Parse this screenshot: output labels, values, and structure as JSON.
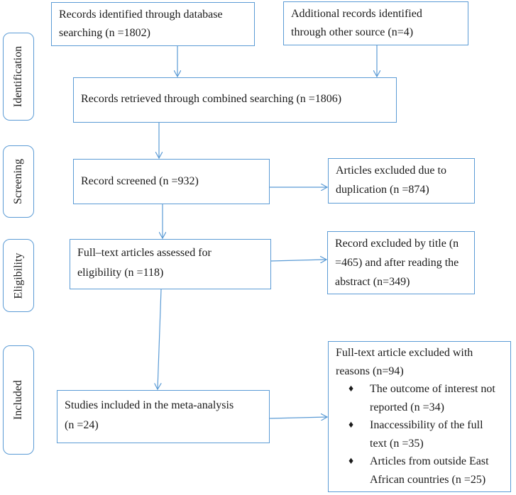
{
  "stages": {
    "identification": "Identification",
    "screening": "Screening",
    "eligibility": "Eligibility",
    "included": "Included"
  },
  "boxes": {
    "database": {
      "line1": "Records identified through database",
      "line2": "searching (n =1802)"
    },
    "other": {
      "line1": "Additional records identified",
      "line2": "through other source (n=4)"
    },
    "combined": "Records retrieved through combined searching (n =1806)",
    "screened": "Record screened (n =932)",
    "duplication": {
      "line1": "Articles excluded due to",
      "line2": "duplication (n =874)"
    },
    "fulltext": {
      "line1": "Full–text articles assessed for",
      "line2": "eligibility (n =118)"
    },
    "title_excluded": {
      "line1": "Record excluded by title (n",
      "line2": "=465) and after reading the",
      "line3": "abstract (n=349)"
    },
    "included": {
      "line1": "Studies included in the meta-analysis",
      "line2": "(n =24)"
    },
    "reasons": {
      "line1": "Full-text article excluded with",
      "line2": "reasons (n=94)",
      "items": [
        {
          "line1": "The outcome of interest not",
          "line2": "reported (n =34)"
        },
        {
          "line1": "Inaccessibility of the full",
          "line2": "text (n =35)"
        },
        {
          "line1": "Articles from outside East",
          "line2": "African countries (n =25)"
        }
      ]
    }
  },
  "bullet_glyph": "♦",
  "colors": {
    "border": "#5b9bd5",
    "arrow": "#5b9bd5",
    "text": "#1a1a1a"
  }
}
